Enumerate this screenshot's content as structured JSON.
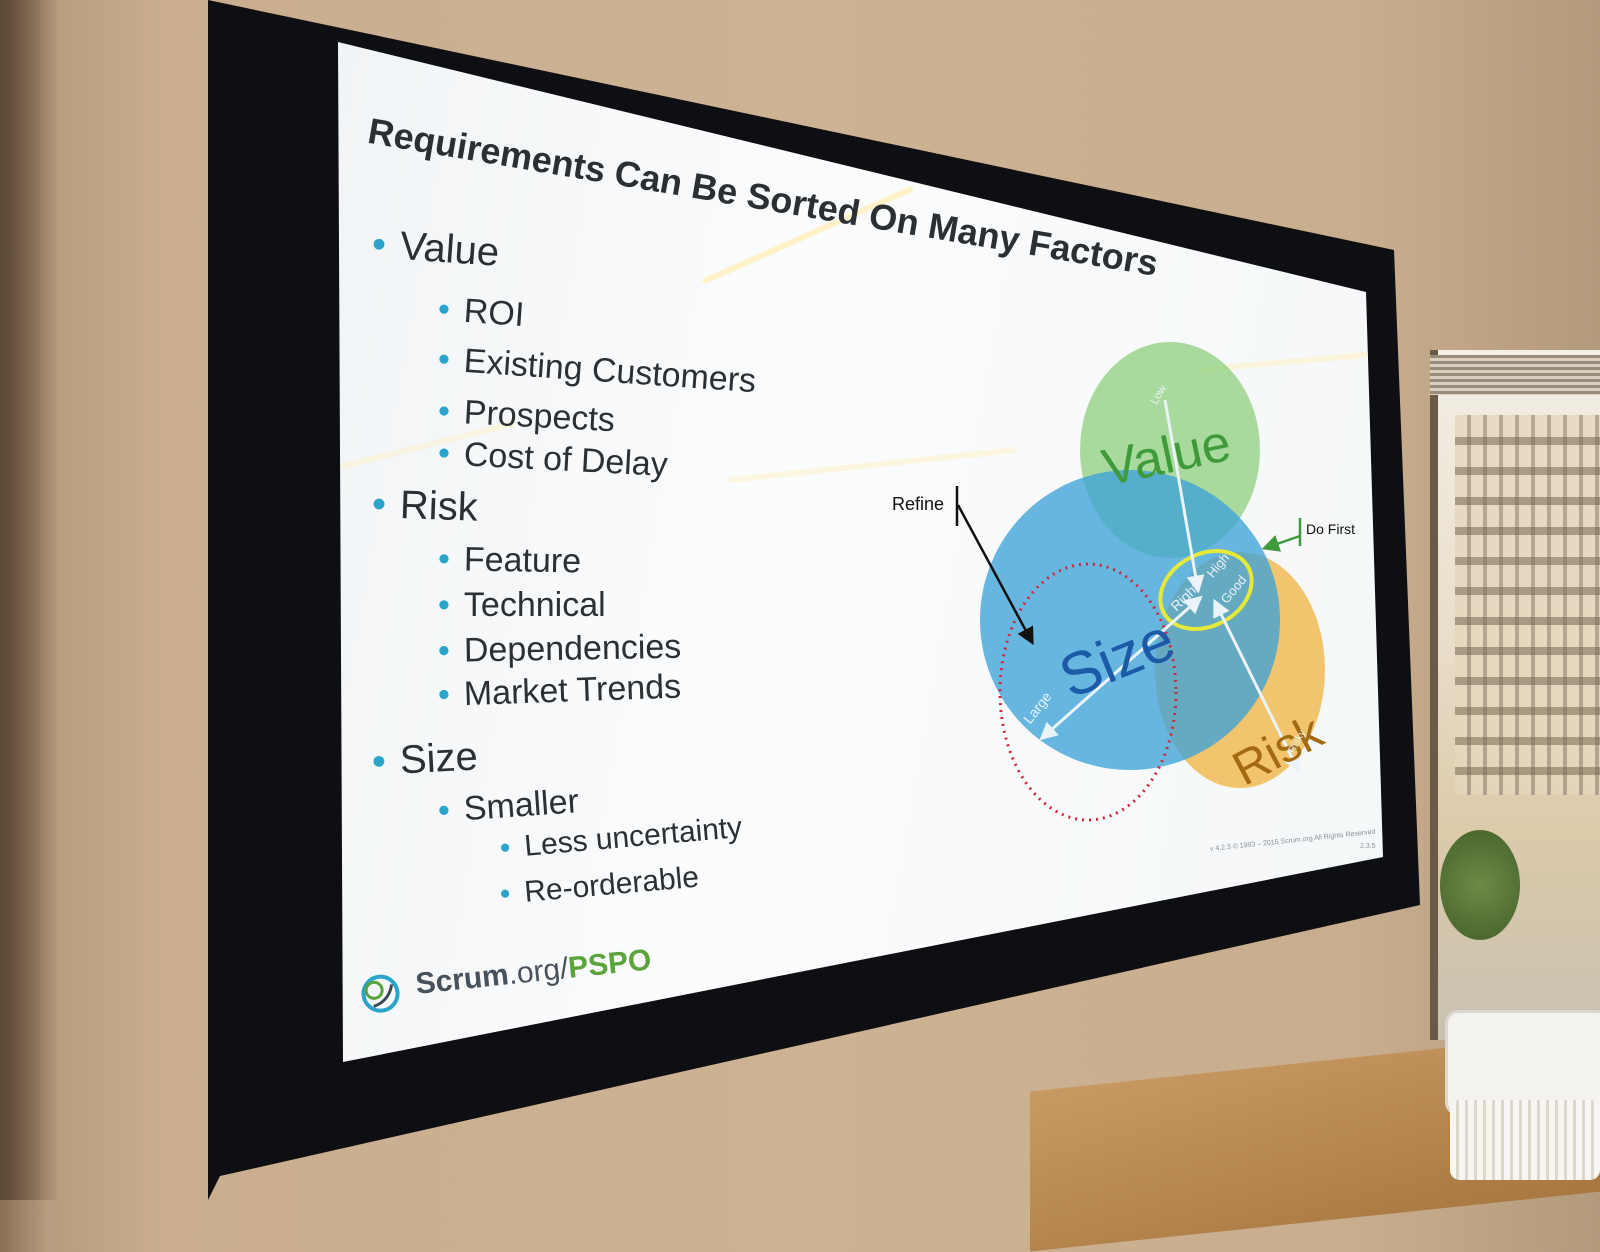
{
  "slide": {
    "title": "Requirements Can Be Sorted On Many Factors",
    "bullets": [
      {
        "level": 1,
        "text": "Value"
      },
      {
        "level": 2,
        "text": "ROI"
      },
      {
        "level": 2,
        "text": "Existing Customers"
      },
      {
        "level": 2,
        "text": "Prospects"
      },
      {
        "level": 2,
        "text": "Cost of Delay"
      },
      {
        "level": 1,
        "text": "Risk"
      },
      {
        "level": 2,
        "text": "Feature"
      },
      {
        "level": 2,
        "text": "Technical"
      },
      {
        "level": 2,
        "text": "Dependencies"
      },
      {
        "level": 2,
        "text": "Market Trends"
      },
      {
        "level": 1,
        "text": "Size"
      },
      {
        "level": 2,
        "text": "Smaller"
      },
      {
        "level": 3,
        "text": "Less uncertainty"
      },
      {
        "level": 3,
        "text": "Re-orderable"
      }
    ],
    "logo": {
      "scrum": "Scrum",
      "org": ".org/",
      "pspo": "PSPO"
    },
    "copyright": "v 4.2.3 © 1993 – 2015 Scrum.org All Rights Reserved",
    "slide_number": "2.3.5"
  },
  "diagram": {
    "value_label": "Value",
    "risk_label": "Risk",
    "size_label": "Size",
    "refine_label": "Refine",
    "do_first_label": "Do First",
    "arrow_low": "Low",
    "arrow_large": "Large",
    "arrow_right": "Right",
    "arrow_high": "High",
    "arrow_good": "Good",
    "arrow_risky": "Risky",
    "colors": {
      "value": "#8fcf7e",
      "size": "#3ea3d8",
      "risk": "#f0b74a",
      "value_text": "#3f9a3a",
      "size_text": "#1c5aa8",
      "risk_text": "#a36a12",
      "ring": "#e6e83a",
      "dotted": "#d0263a"
    }
  }
}
